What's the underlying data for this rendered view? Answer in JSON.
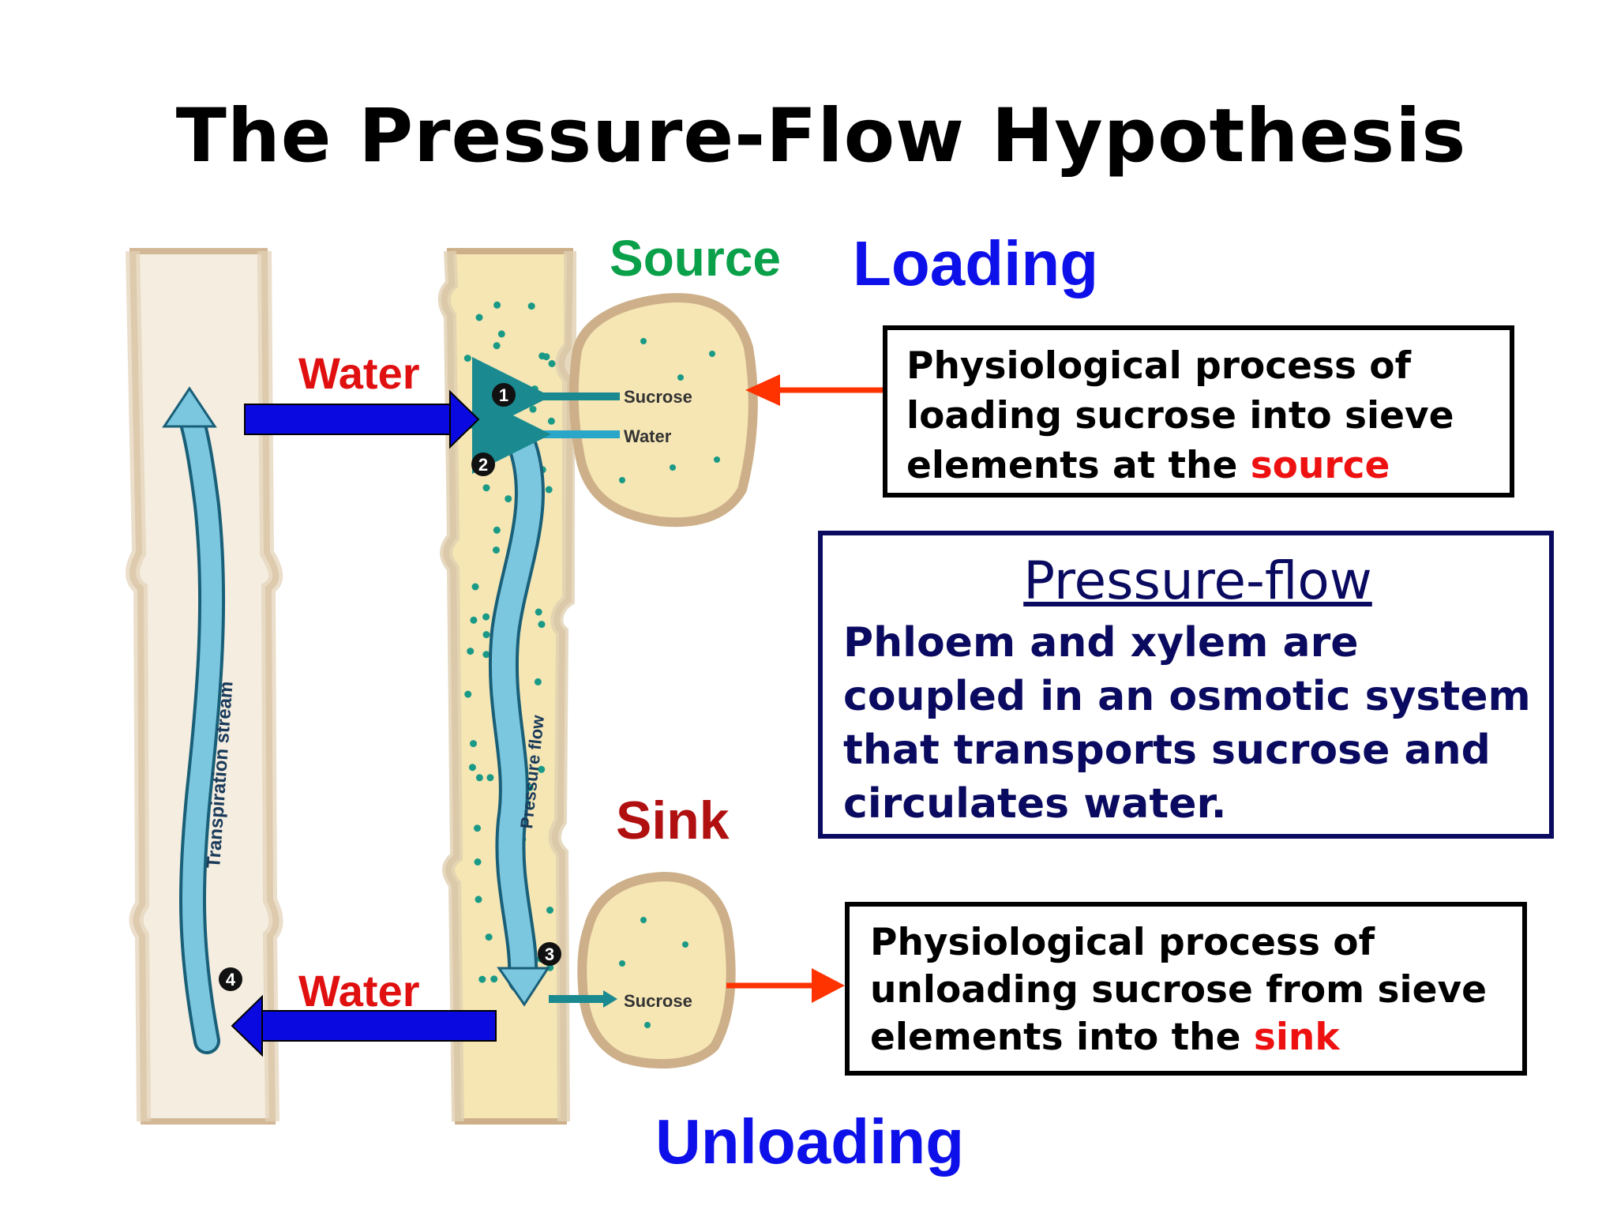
{
  "title": "The Pressure-Flow Hypothesis",
  "labels": {
    "source": "Source",
    "loading": "Loading",
    "sink": "Sink",
    "unloading": "Unloading",
    "water_top": "Water",
    "water_bottom": "Water"
  },
  "diagram": {
    "xylem_label": "Transpiration stream",
    "phloem_label": "Pressure flow",
    "source_cell_sucrose": "Sucrose",
    "source_cell_water": "Water",
    "sink_cell_sucrose": "Sucrose",
    "steps": [
      "1",
      "2",
      "3",
      "4"
    ]
  },
  "loading_box": {
    "line1": "Physiological process of",
    "line2": "loading sucrose into sieve",
    "line3_prefix": "elements at the ",
    "line3_highlight": "source"
  },
  "pressure_flow_box": {
    "heading": "Pressure-flow",
    "line1": "Phloem and xylem are",
    "line2": "coupled in an osmotic system",
    "line3": "that transports sucrose and",
    "line4": "circulates water."
  },
  "unloading_box": {
    "line1": "Physiological process of",
    "line2": "unloading sucrose from sieve",
    "line3_prefix": "elements into the ",
    "line3_highlight": "sink"
  },
  "colors": {
    "water_label": "#e01010",
    "source_label": "#0aa04a",
    "loading_label": "#0d10e8",
    "sink_label": "#b01010",
    "blue_arrow": "#0a0ae0",
    "red_arrow": "#ff3300",
    "cell_fill": "#f6e6b4",
    "cell_wall": "#d8c3a0",
    "flow_arrow": "#7cc7e0",
    "sucrose_dot": "#1a9a86",
    "pressure_flow_box": "#0a0a60"
  }
}
